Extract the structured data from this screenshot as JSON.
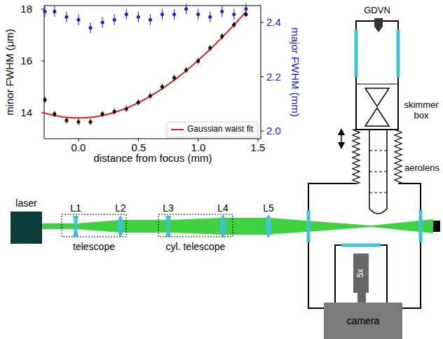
{
  "diagram": {
    "nodes": [
      {
        "text": [
          "laser"
        ]
      },
      {
        "text": [
          "telescope"
        ]
      },
      {
        "text": [
          "cyl. telescope"
        ]
      },
      {
        "text": [
          "5x"
        ]
      },
      {
        "text": [
          "camera"
        ]
      }
    ],
    "labels": [
      "minor FWHM (μm)",
      "major FWHM (mm)",
      "distance from focus (mm)",
      "14",
      "16",
      "18",
      "2.0",
      "2.2",
      "2.4",
      "0.0",
      "0.5",
      "1.0",
      "1.5",
      "L1",
      "L2",
      "L3",
      "L4",
      "L5",
      "GDVN",
      "skimmer box",
      "aerolens"
    ],
    "legend": [
      {
        "text": "Gaussian waist fit"
      }
    ]
  }
}
